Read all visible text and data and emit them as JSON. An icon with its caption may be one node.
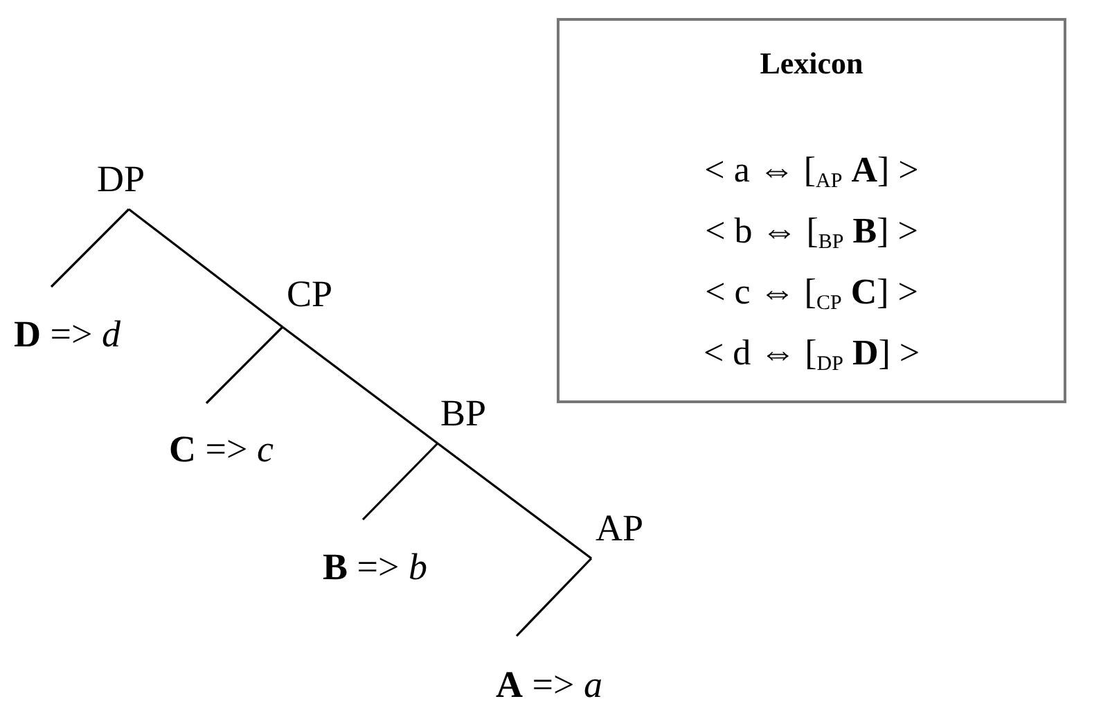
{
  "diagram": {
    "nodes": [
      {
        "text": [
          "DP"
        ]
      },
      {
        "text": [
          "**D** => *d*"
        ]
      },
      {
        "text": [
          "CP"
        ]
      },
      {
        "text": [
          "**C** => *c*"
        ]
      },
      {
        "text": [
          "BP"
        ]
      },
      {
        "text": [
          "**B** => *b*"
        ]
      },
      {
        "text": [
          "AP"
        ]
      },
      {
        "text": [
          "**A** => *a*"
        ]
      },
      {
        "text": [
          "Lexicon",
          "< a ⇔ [$_{AP}$ **A**] >",
          "< b ⇔ [$_{BP}$ **B**] >",
          "< c ⇔ [$_{CP}$ **C**] >",
          "< d ⇔ [$_{DP}$ **D**] >"
        ]
      }
    ],
    "edges": [
      {
        "from": 0,
        "to": 1,
        "arrow": "none"
      },
      {
        "from": 0,
        "to": 2,
        "arrow": "none"
      },
      {
        "from": 2,
        "to": 3,
        "arrow": "none"
      },
      {
        "from": 2,
        "to": 4,
        "arrow": "none"
      },
      {
        "from": 4,
        "to": 5,
        "arrow": "none"
      },
      {
        "from": 4,
        "to": 6,
        "arrow": "none"
      },
      {
        "from": 6,
        "to": 7,
        "arrow": "none"
      }
    ]
  }
}
